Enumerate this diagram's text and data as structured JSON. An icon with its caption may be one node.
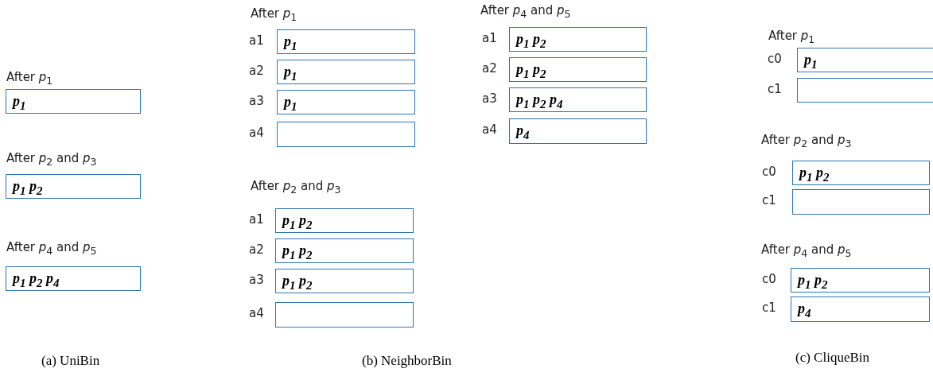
{
  "diagram": {
    "nodes": [
      {
        "text": [
          "p$_{1}$"
        ]
      },
      {
        "text": [
          "p$_{1}$ p$_{2}$"
        ]
      },
      {
        "text": [
          "p$_{1}$ p$_{2}$ p$_{4}$"
        ]
      },
      {
        "text": [
          "p$_{1}$"
        ],
        "beside": [
          "a1"
        ]
      },
      {
        "text": [
          "p$_{1}$"
        ],
        "beside": [
          "a2"
        ]
      },
      {
        "text": [
          "p$_{1}$"
        ],
        "beside": [
          "a3"
        ]
      },
      {
        "text": [],
        "shape": "box",
        "beside": [
          "a4"
        ]
      },
      {
        "text": [
          "p$_{1}$ p$_{2}$"
        ],
        "beside": [
          "a1"
        ]
      },
      {
        "text": [
          "p$_{1}$ p$_{2}$"
        ],
        "beside": [
          "a2"
        ]
      },
      {
        "text": [
          "p$_{1}$ p$_{2}$"
        ],
        "beside": [
          "a3"
        ]
      },
      {
        "text": [],
        "shape": "box",
        "beside": [
          "a4"
        ]
      },
      {
        "text": [
          "p$_{1}$ p$_{2}$"
        ],
        "beside": [
          "a1"
        ]
      },
      {
        "text": [
          "p$_{1}$ p$_{2}$"
        ],
        "beside": [
          "a2"
        ]
      },
      {
        "text": [
          "p$_{1}$ p$_{2}$ p$_{4}$"
        ],
        "beside": [
          "a3"
        ]
      },
      {
        "text": [
          "p$_{4}$"
        ],
        "beside": [
          "a4"
        ]
      },
      {
        "text": [
          "p$_{1}$"
        ],
        "beside": [
          "c0"
        ]
      },
      {
        "text": [],
        "shape": "box",
        "beside": [
          "c1"
        ]
      },
      {
        "text": [
          "p$_{1}$ p$_{2}$"
        ],
        "beside": [
          "c0"
        ]
      },
      {
        "text": [],
        "shape": "box",
        "beside": [
          "c1"
        ]
      },
      {
        "text": [
          "p$_{1}$ p$_{2}$"
        ],
        "beside": [
          "c0"
        ]
      },
      {
        "text": [
          "p$_{4}$"
        ],
        "beside": [
          "c1"
        ]
      }
    ],
    "labels": [
      "After *p*$_{1}$",
      "After *p*$_{2}$ and *p*$_{3}$",
      "After *p*$_{4}$ and *p*$_{5}$",
      "After *p*$_{1}$",
      "After *p*$_{2}$ and *p*$_{3}$",
      "After *p*$_{4}$ and *p*$_{5}$",
      "After *p*$_{1}$",
      "After *p*$_{2}$ and *p*$_{3}$",
      "After *p*$_{4}$ and *p*$_{5}$",
      "(a) UniBin",
      "(b) NeighborBin",
      "(c) CliqueBin"
    ]
  }
}
